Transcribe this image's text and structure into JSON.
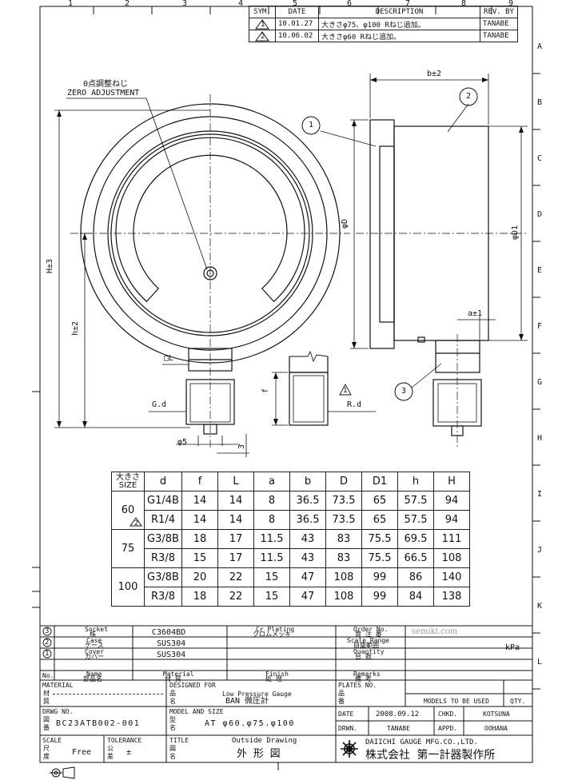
{
  "col_numbers": [
    "1",
    "2",
    "3",
    "4",
    "5",
    "6",
    "7",
    "8",
    "9"
  ],
  "row_letters": [
    "A",
    "B",
    "C",
    "D",
    "E",
    "F",
    "G",
    "H",
    "I",
    "J",
    "K",
    "L"
  ],
  "revision": {
    "headers": [
      "SYM.",
      "DATE",
      "DESCRIPTION",
      "REV. BY"
    ],
    "rows": [
      {
        "sym": "1",
        "date": "10.01.27",
        "desc": "大きさφ75、φ100 Rねじ追加。",
        "by": "TANABE"
      },
      {
        "sym": "2",
        "date": "10.06.02",
        "desc": "大きさφ60 Rねじ追加。",
        "by": "TANABE"
      }
    ]
  },
  "drawing_labels": {
    "zero_jp": "0点調整ねじ",
    "zero_en": "ZERO ADJUSTMENT",
    "b": "b±2",
    "phiD": "φD",
    "phiD1": "φD1",
    "H": "H±3",
    "h": "h±2",
    "a": "a±1",
    "L": "□L",
    "Gd": "G.d",
    "Rd": "R.d",
    "f": "f",
    "phi5": "φ5",
    "three": "3",
    "callout1": "1",
    "callout2": "2",
    "callout3": "3",
    "warn": "1"
  },
  "dims_table": {
    "headers": [
      "大きさ SIZE",
      "d",
      "f",
      "L",
      "a",
      "b",
      "D",
      "D1",
      "h",
      "H"
    ],
    "size_header_jp": "大きさ",
    "size_header_en": "SIZE",
    "groups": [
      {
        "size": "60",
        "mark": "2",
        "rows": [
          [
            "G1/4B",
            "14",
            "14",
            "8",
            "36.5",
            "73.5",
            "65",
            "57.5",
            "94"
          ],
          [
            "R1/4",
            "14",
            "14",
            "8",
            "36.5",
            "73.5",
            "65",
            "57.5",
            "94"
          ]
        ]
      },
      {
        "size": "75",
        "rows": [
          [
            "G3/8B",
            "18",
            "17",
            "11.5",
            "43",
            "83",
            "75.5",
            "69.5",
            "111"
          ],
          [
            "R3/8",
            "15",
            "17",
            "11.5",
            "43",
            "83",
            "75.5",
            "66.5",
            "108"
          ]
        ]
      },
      {
        "size": "100",
        "rows": [
          [
            "G3/8B",
            "20",
            "22",
            "15",
            "47",
            "108",
            "99",
            "86",
            "140"
          ],
          [
            "R3/8",
            "18",
            "22",
            "15",
            "47",
            "108",
            "99",
            "84",
            "138"
          ]
        ]
      }
    ]
  },
  "parts": [
    {
      "no": "3",
      "name_en": "Socket",
      "name_jp": "株",
      "material": "C3604BD",
      "finish_en": "Cr Plating",
      "finish_jp": "クロムメッキ"
    },
    {
      "no": "2",
      "name_en": "Case",
      "name_jp": "ケース",
      "material": "SUS304",
      "finish_en": "",
      "finish_jp": ""
    },
    {
      "no": "1",
      "name_en": "Cover",
      "name_jp": "カバー",
      "material": "SUS304",
      "finish_en": "",
      "finish_jp": ""
    }
  ],
  "parts_header": {
    "no": "No.",
    "name_en": "Name",
    "name_jp": "部品名",
    "material_en": "Material",
    "material_jp": "材 質",
    "finish_en": "Finish",
    "finish_jp": "処 理"
  },
  "order": {
    "order_en": "Order No.",
    "order_jp": "貴 注 番",
    "order_val": "semiki.com",
    "scale_en": "Scale Range",
    "scale_jp": "目盛範囲",
    "scale_val": "kPa",
    "qty_en": "Quantity",
    "qty_jp": "台 数",
    "remarks_en": "Remarks",
    "remarks_jp": "備 考"
  },
  "title_block": {
    "material_label": "MATERIAL",
    "material_jp1": "材",
    "material_jp2": "質",
    "designed_for": "DESIGNED FOR",
    "hin": "品",
    "mei": "名",
    "product_en": "Low Pressure Gauge",
    "product_jp": "BAN 微圧計",
    "plates_no": "PLATES NO.",
    "plates_hin": "品",
    "plates_ban": "番",
    "models_to_be_used": "MODELS TO BE USED",
    "qty": "QTY.",
    "drwg_no": "DRWG NO.",
    "zu": "図",
    "ban": "番",
    "drwg_val": "BC23ATB002-001",
    "model_size": "MODEL AND SIZE",
    "kata": "型",
    "model_val": "AT φ60.φ75.φ100",
    "date_label": "DATE",
    "date_val": "2008.09.12",
    "chkd": "CHKD.",
    "chkd_val": "KOTSUNA",
    "drwn": "DRWN.",
    "drwn_val": "TANABE",
    "appd": "APPD.",
    "appd_val": "OOHANA",
    "scale": "SCALE",
    "shaku": "尺",
    "do": "度",
    "scale_val": "Free",
    "tolerance": "TOLERANCE",
    "ko": "公",
    "sa": "差",
    "tol_val": "±",
    "title_label": "TITLE",
    "title_en": "Outside Drawing",
    "title_jp": "外 形 図",
    "company_en": "DAIICHI GAUGE MFG.CO.,LTD.",
    "company_jp": "株式会社 第一計器製作所"
  }
}
